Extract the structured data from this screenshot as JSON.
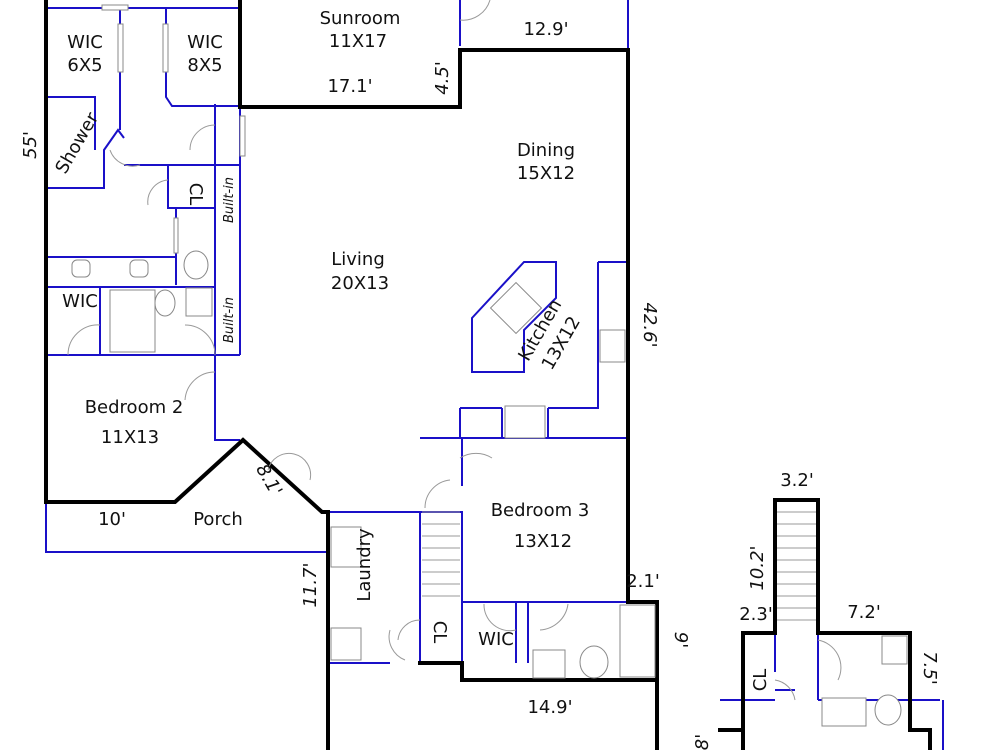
{
  "rooms": {
    "wic1": {
      "name": "WIC",
      "size": "6X5"
    },
    "wic2": {
      "name": "WIC",
      "size": "8X5"
    },
    "sunroom": {
      "name": "Sunroom",
      "size": "11X17"
    },
    "shower": {
      "name": "Shower"
    },
    "dining": {
      "name": "Dining",
      "size": "15X12"
    },
    "closet1": {
      "name": "CL"
    },
    "builtin1": {
      "name": "Built-in"
    },
    "builtin2": {
      "name": "Built-in"
    },
    "living": {
      "name": "Living",
      "size": "20X13"
    },
    "wic3": {
      "name": "WIC"
    },
    "kitchen": {
      "name": "Kitchen",
      "size": "13X12"
    },
    "bedroom2": {
      "name": "Bedroom 2",
      "size": "11X13"
    },
    "porch": {
      "name": "Porch"
    },
    "bedroom3": {
      "name": "Bedroom 3",
      "size": "13X12"
    },
    "laundry": {
      "name": "Laundry"
    },
    "closet2": {
      "name": "CL"
    },
    "wic4": {
      "name": "WIC"
    },
    "closet3": {
      "name": "CL"
    }
  },
  "dimensions": {
    "d55": "55'",
    "d12_9": "12.9'",
    "d17_1": "17.1'",
    "d4_5": "4.5'",
    "d42_6": "42.6'",
    "d8_1": "8.1'",
    "d10": "10'",
    "d11_7": "11.7'",
    "d2_1": "2.1'",
    "d9": "9'",
    "d14_9": "14.9'",
    "d3_2": "3.2'",
    "d10_2": "10.2'",
    "d2_3": "2.3'",
    "d7_2": "7.2'",
    "d7_5": "7.5'",
    "d8": "8'"
  }
}
